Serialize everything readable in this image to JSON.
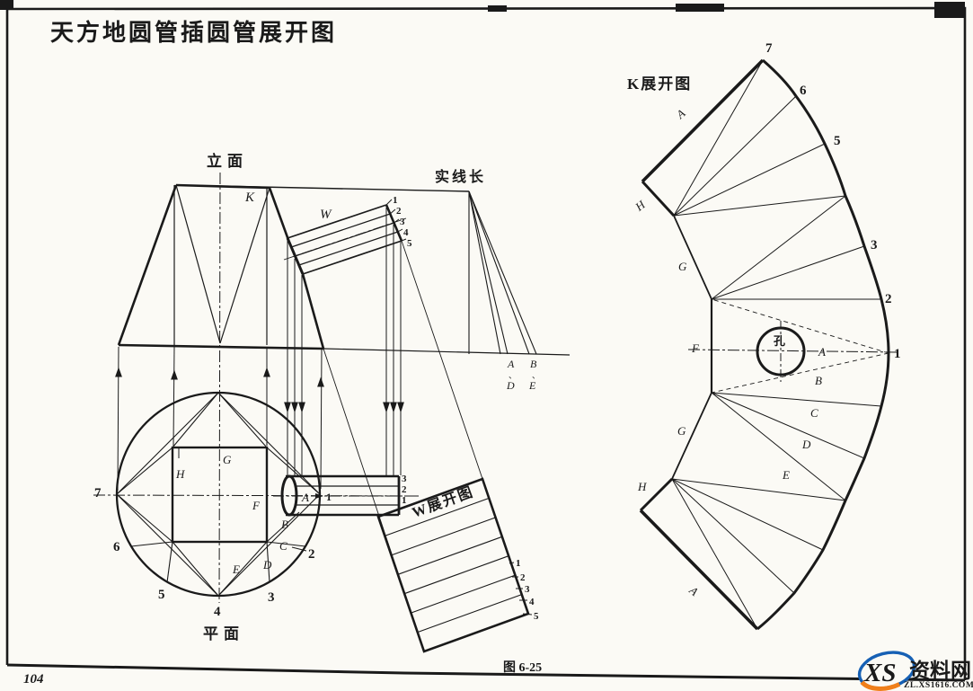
{
  "colors": {
    "ink": "#1a1a1a",
    "paper": "#fbfaf5",
    "watermark_red": "#d9251c",
    "watermark_blue": "#1660b4",
    "watermark_orange": "#f07f1a"
  },
  "title": "天方地圆管插圆管展开图",
  "page_number": "104",
  "figure_caption": "图 6-25",
  "elevation": {
    "view_label": "立面",
    "cone_label": "K",
    "pipe_label": "W",
    "pipe_numbers": [
      "1",
      "2",
      "3",
      "4",
      "5"
    ]
  },
  "true_length": {
    "label": "实线长",
    "left_group": [
      "A",
      "、",
      "D"
    ],
    "right_group": [
      "B",
      "、",
      "E"
    ]
  },
  "plan": {
    "view_label": "平面",
    "circle_numbers": [
      "7",
      "6",
      "5",
      "4",
      "3",
      "2"
    ],
    "edge_labels": {
      "G": "G",
      "H": "H",
      "F": "F"
    },
    "corner_letters": [
      "B",
      "C",
      "D",
      "E"
    ],
    "pipe_axis_labels": {
      "a": "A",
      "one": "1"
    },
    "pipe_end_numbers": [
      "3",
      "2",
      "1"
    ]
  },
  "w_development": {
    "label": "W展开图",
    "edge_numbers": [
      "1",
      "2",
      "3",
      "4",
      "5"
    ]
  },
  "k_development": {
    "label": "K展开图",
    "arc_numbers": [
      "7",
      "6",
      "5",
      "3",
      "2",
      "1"
    ],
    "seam_label_top": "A",
    "seam_label_bottom": "A",
    "inner_labels": [
      "H",
      "G",
      "F",
      "G",
      "H"
    ],
    "region_letters": [
      "A",
      "B",
      "C",
      "D",
      "E"
    ],
    "hole_label": "孔"
  },
  "watermark": {
    "logo_text": "XS",
    "site_name": "资料网",
    "site_url": "ZL.XS1616.COM"
  }
}
